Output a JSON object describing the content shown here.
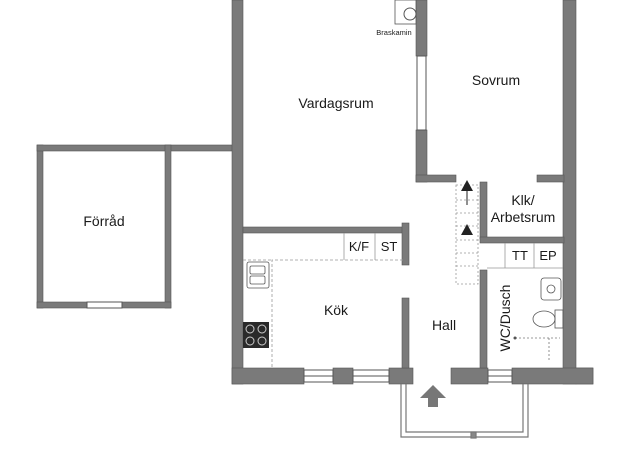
{
  "floorplan": {
    "colors": {
      "wall": "#7a7a7a",
      "wall_outline": "#555555",
      "dashed": "#9a9a9a",
      "background": "#ffffff",
      "text": "#1a1a1a"
    },
    "rooms": {
      "vardagsrum": "Vardagsrum",
      "sovrum": "Sovrum",
      "forrad": "Förråd",
      "kok": "Kök",
      "hall": "Hall",
      "klk_line1": "Klk/",
      "klk_line2": "Arbetsrum",
      "wc_dusch": "WC/Dusch"
    },
    "fixtures": {
      "braskamin": "Braskamin",
      "kf": "K/F",
      "st": "ST",
      "tt": "TT",
      "ep": "EP"
    },
    "icons": [
      "entrance-arrow-icon",
      "stair-up-arrow-icon",
      "stove-icon",
      "sink-icon",
      "toilet-icon",
      "washbasin-icon",
      "fireplace-icon"
    ]
  }
}
